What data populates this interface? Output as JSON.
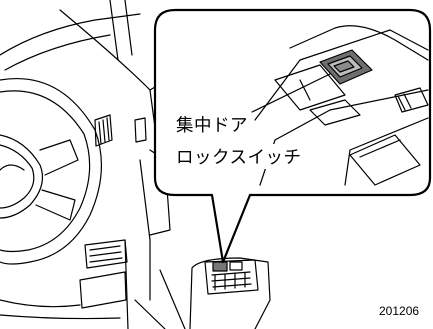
{
  "callout": {
    "label_line1": "集中ドア",
    "label_line2": "ロックスイッチ"
  },
  "figure_number": "201206",
  "icons": {
    "steering_wheel": "steering-wheel-icon",
    "lock_switch": "door-lock-switch-icon"
  },
  "colors": {
    "line": "#000000",
    "switch_fill": "#7a7a7a",
    "background": "#ffffff"
  }
}
